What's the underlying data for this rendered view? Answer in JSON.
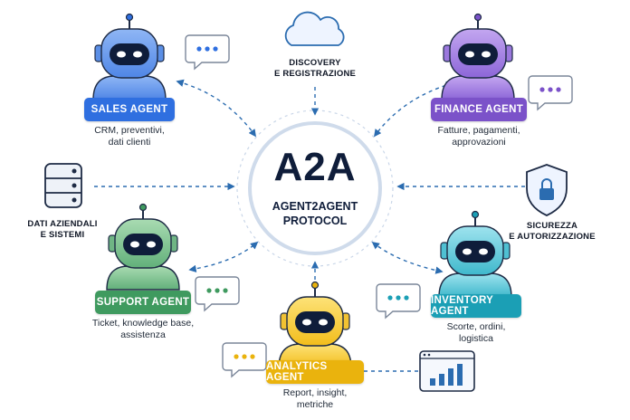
{
  "center": {
    "title": "A2A",
    "subtitle_line1": "AGENT2AGENT",
    "subtitle_line2": "PROTOCOL"
  },
  "agents": {
    "sales": {
      "label": "SALES AGENT",
      "desc1": "CRM, preventivi,",
      "desc2": "dati clienti",
      "color": "#2f6fe0"
    },
    "finance": {
      "label": "FINANCE AGENT",
      "desc1": "Fatture, pagamenti,",
      "desc2": "approvazioni",
      "color": "#7b52c9"
    },
    "support": {
      "label": "SUPPORT AGENT",
      "desc1": "Ticket, knowledge base,",
      "desc2": "assistenza",
      "color": "#3f9a5f"
    },
    "inventory": {
      "label": "INVENTORY AGENT",
      "desc1": "Scorte, ordini,",
      "desc2": "logistica",
      "color": "#1b9fb5"
    },
    "analytics": {
      "label": "ANALYTICS AGENT",
      "desc1": "Report, insight,",
      "desc2": "metriche",
      "color": "#eab30d"
    }
  },
  "services": {
    "discovery": {
      "line1": "DISCOVERY",
      "line2": "E REGISTRAZIONE",
      "icon": "cloud-icon"
    },
    "data": {
      "line1": "DATI AZIENDALI",
      "line2": "E SISTEMI",
      "icon": "database-icon"
    },
    "security": {
      "line1": "SICUREZZA",
      "line2": "E AUTORIZZAZIONE",
      "icon": "shield-lock-icon"
    },
    "analytics_chart": {
      "icon": "bar-chart-icon"
    }
  },
  "colors": {
    "arrow": "#2b6cb0",
    "navy": "#0f1d3a",
    "ring": "#c9d6e8"
  }
}
